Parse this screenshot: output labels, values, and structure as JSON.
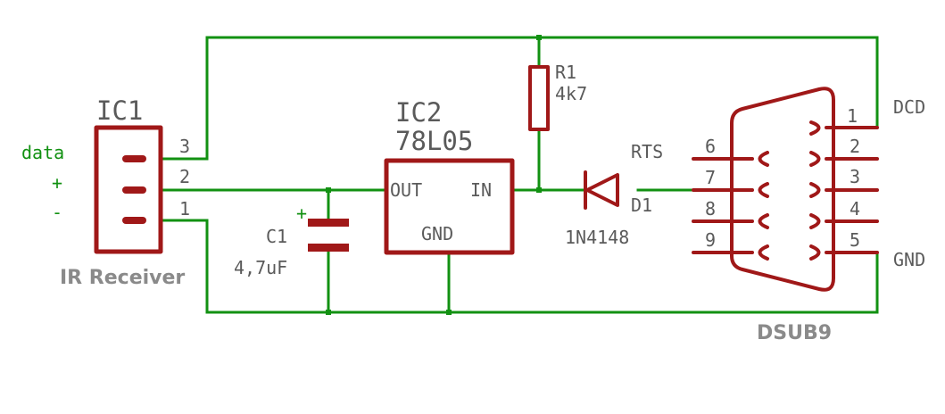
{
  "ic1": {
    "name": "IC1",
    "pins": [
      "3",
      "2",
      "1"
    ],
    "signals": [
      "data",
      "+",
      "-"
    ],
    "caption": "IR Receiver"
  },
  "ic2": {
    "name": "IC2",
    "value": "78L05",
    "pin_out": "OUT",
    "pin_in": "IN",
    "pin_gnd": "GND"
  },
  "c1": {
    "name": "C1",
    "value": "4,7uF",
    "polarity": "+"
  },
  "r1": {
    "name": "R1",
    "value": "4k7"
  },
  "d1": {
    "name": "D1",
    "value": "1N4148",
    "net": "RTS"
  },
  "dsub": {
    "caption": "DSUB9",
    "pins_right": [
      "1",
      "2",
      "3",
      "4",
      "5"
    ],
    "pins_left": [
      "6",
      "7",
      "8",
      "9"
    ],
    "net_dcd": "DCD",
    "net_gnd": "GND"
  },
  "colors": {
    "wire": "#129112",
    "part": "#a01818",
    "text": "#5a5a5a"
  }
}
